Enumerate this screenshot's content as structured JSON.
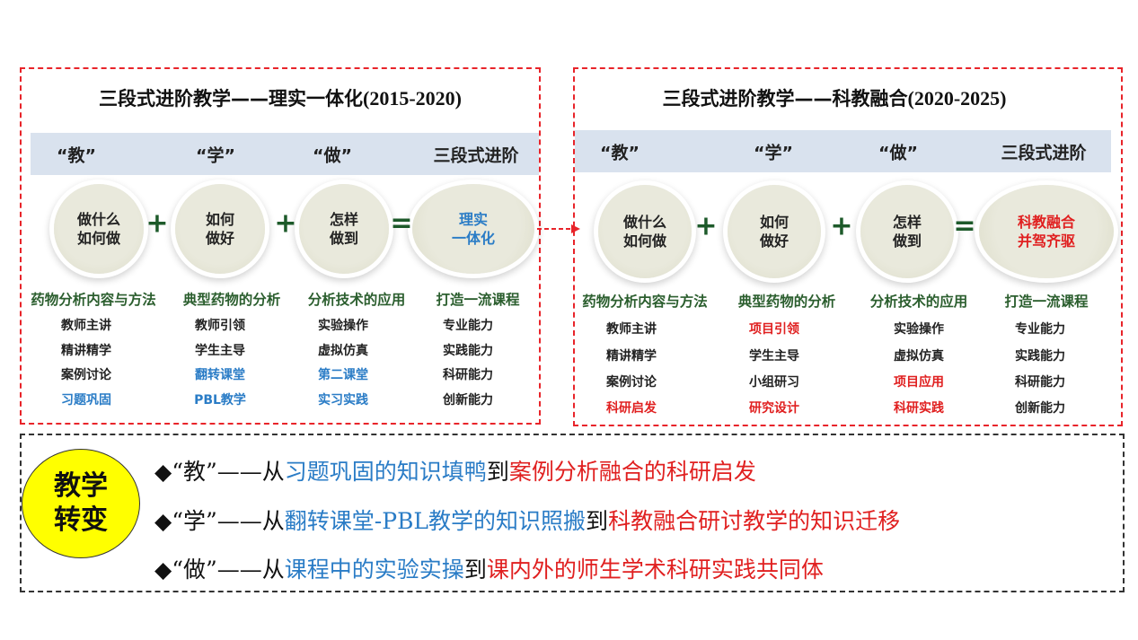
{
  "left": {
    "title": "三段式进阶教学——理实一体化",
    "years": "(2015-2020)",
    "band": [
      "“教”",
      "“学”",
      "“做”",
      "三段式进阶"
    ],
    "circles": [
      "做什么\n如何做",
      "如何\n做好",
      "怎样\n做到",
      "理实\n一体化"
    ],
    "ops": [
      "+",
      "+",
      "="
    ],
    "heads": [
      "药物分析内容与方法",
      "典型药物的分析",
      "分析技术的应用",
      "打造一流课程"
    ],
    "cols": [
      [
        "教师主讲",
        "精讲精学",
        "案例讨论",
        "习题巩固"
      ],
      [
        "教师引领",
        "学生主导",
        "翻转课堂",
        "PBL教学"
      ],
      [
        "实验操作",
        "虚拟仿真",
        "第二课堂",
        "实习实践"
      ],
      [
        "专业能力",
        "实践能力",
        "科研能力",
        "创新能力"
      ]
    ]
  },
  "right": {
    "title": "三段式进阶教学——科教融合",
    "years": "(2020-2025)",
    "band": [
      "“教”",
      "“学”",
      "“做”",
      "三段式进阶"
    ],
    "circles": [
      "做什么\n如何做",
      "如何\n做好",
      "怎样\n做到",
      "科教融合\n并驾齐驱"
    ],
    "ops": [
      "+",
      "+",
      "="
    ],
    "heads": [
      "药物分析内容与方法",
      "典型药物的分析",
      "分析技术的应用",
      "打造一流课程"
    ],
    "cols": [
      [
        "教师主讲",
        "精讲精学",
        "案例讨论",
        "科研启发"
      ],
      [
        "项目引领",
        "学生主导",
        "小组研习",
        "研究设计"
      ],
      [
        "实验操作",
        "虚拟仿真",
        "项目应用",
        "科研实践"
      ],
      [
        "专业能力",
        "实践能力",
        "科研能力",
        "创新能力"
      ]
    ]
  },
  "bottom": {
    "badge": [
      "教学",
      "转变"
    ],
    "lines": [
      {
        "bullet": "◆",
        "pre": "“教”——从",
        "a": "习题巩固的知识填鸭",
        "mid": "到",
        "b": "案例分析融合的科研启发"
      },
      {
        "bullet": "◆",
        "pre": "“学”——从",
        "a": "翻转课堂-PBL教学的知识照搬",
        "mid": "到",
        "b": "科教融合研讨教学的知识迁移"
      },
      {
        "bullet": "◆",
        "pre": "“做”——从",
        "a": "课程中的实验实操",
        "mid": "到",
        "b": "课内外的师生学术科研实践共同体"
      }
    ]
  },
  "colors": {
    "red": "#e02020",
    "blue": "#2a7cc6",
    "green": "#2b5e2e",
    "band": "#d9e2ee",
    "yellow": "#ffff00"
  }
}
